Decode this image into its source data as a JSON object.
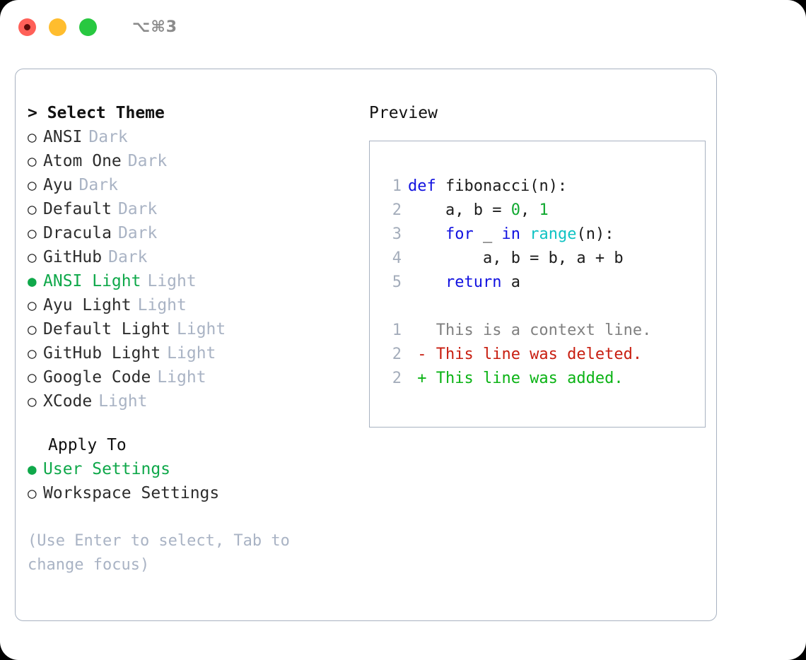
{
  "titlebar": {
    "shortcut": "⌥⌘3",
    "dots": [
      {
        "name": "close",
        "color": "#ff6058"
      },
      {
        "name": "minimize",
        "color": "#ffbd2e"
      },
      {
        "name": "maximize",
        "color": "#28c840"
      }
    ]
  },
  "theme_section": {
    "header": "> Select Theme",
    "items": [
      {
        "marker": "○",
        "label": "ANSI",
        "tag": "Dark",
        "selected": false
      },
      {
        "marker": "○",
        "label": "Atom One",
        "tag": "Dark",
        "selected": false
      },
      {
        "marker": "○",
        "label": "Ayu",
        "tag": "Dark",
        "selected": false
      },
      {
        "marker": "○",
        "label": "Default",
        "tag": "Dark",
        "selected": false
      },
      {
        "marker": "○",
        "label": "Dracula",
        "tag": "Dark",
        "selected": false
      },
      {
        "marker": "○",
        "label": "GitHub",
        "tag": "Dark",
        "selected": false
      },
      {
        "marker": "●",
        "label": "ANSI Light",
        "tag": "Light",
        "selected": true
      },
      {
        "marker": "○",
        "label": "Ayu Light",
        "tag": "Light",
        "selected": false
      },
      {
        "marker": "○",
        "label": "Default Light",
        "tag": "Light",
        "selected": false
      },
      {
        "marker": "○",
        "label": "GitHub Light",
        "tag": "Light",
        "selected": false
      },
      {
        "marker": "○",
        "label": "Google Code",
        "tag": "Light",
        "selected": false
      },
      {
        "marker": "○",
        "label": "XCode",
        "tag": "Light",
        "selected": false
      }
    ]
  },
  "apply_section": {
    "header": "Apply To",
    "items": [
      {
        "marker": "●",
        "label": "User Settings",
        "selected": true
      },
      {
        "marker": "○",
        "label": "Workspace Settings",
        "selected": false
      }
    ]
  },
  "hint": "(Use Enter to select, Tab to change focus)",
  "preview": {
    "title": "Preview",
    "code_lines": [
      {
        "no": "1",
        "tokens": [
          {
            "t": "def",
            "c": "kw"
          },
          {
            "t": " fibonacci(n):",
            "c": "ctext"
          }
        ]
      },
      {
        "no": "2",
        "tokens": [
          {
            "t": "    a, b = ",
            "c": "ctext"
          },
          {
            "t": "0",
            "c": "num"
          },
          {
            "t": ", ",
            "c": "ctext"
          },
          {
            "t": "1",
            "c": "num"
          }
        ]
      },
      {
        "no": "3",
        "tokens": [
          {
            "t": "    ",
            "c": "ctext"
          },
          {
            "t": "for",
            "c": "kw"
          },
          {
            "t": " _ ",
            "c": "ctext"
          },
          {
            "t": "in",
            "c": "kw"
          },
          {
            "t": " ",
            "c": "ctext"
          },
          {
            "t": "range",
            "c": "fn"
          },
          {
            "t": "(n):",
            "c": "ctext"
          }
        ]
      },
      {
        "no": "4",
        "tokens": [
          {
            "t": "        a, b = b, a + b",
            "c": "ctext"
          }
        ]
      },
      {
        "no": "5",
        "tokens": [
          {
            "t": "    ",
            "c": "ctext"
          },
          {
            "t": "return",
            "c": "kw"
          },
          {
            "t": " a",
            "c": "ctext"
          }
        ]
      }
    ],
    "diff_lines": [
      {
        "no": "1",
        "text": "   This is a context line.",
        "kind": "diff-ctx"
      },
      {
        "no": "2",
        "text": " - This line was deleted.",
        "kind": "diff-del"
      },
      {
        "no": "2",
        "text": " + This line was added.",
        "kind": "diff-add"
      }
    ]
  },
  "colors": {
    "accent_green": "#0fa84a",
    "muted": "#a9b3c4",
    "border": "#a8b2c1",
    "keyword_blue": "#1212e0",
    "function_cyan": "#0fc3c3",
    "number_green": "#0fa82f",
    "diff_delete_red": "#c81e10",
    "diff_add_green": "#0bb315"
  }
}
